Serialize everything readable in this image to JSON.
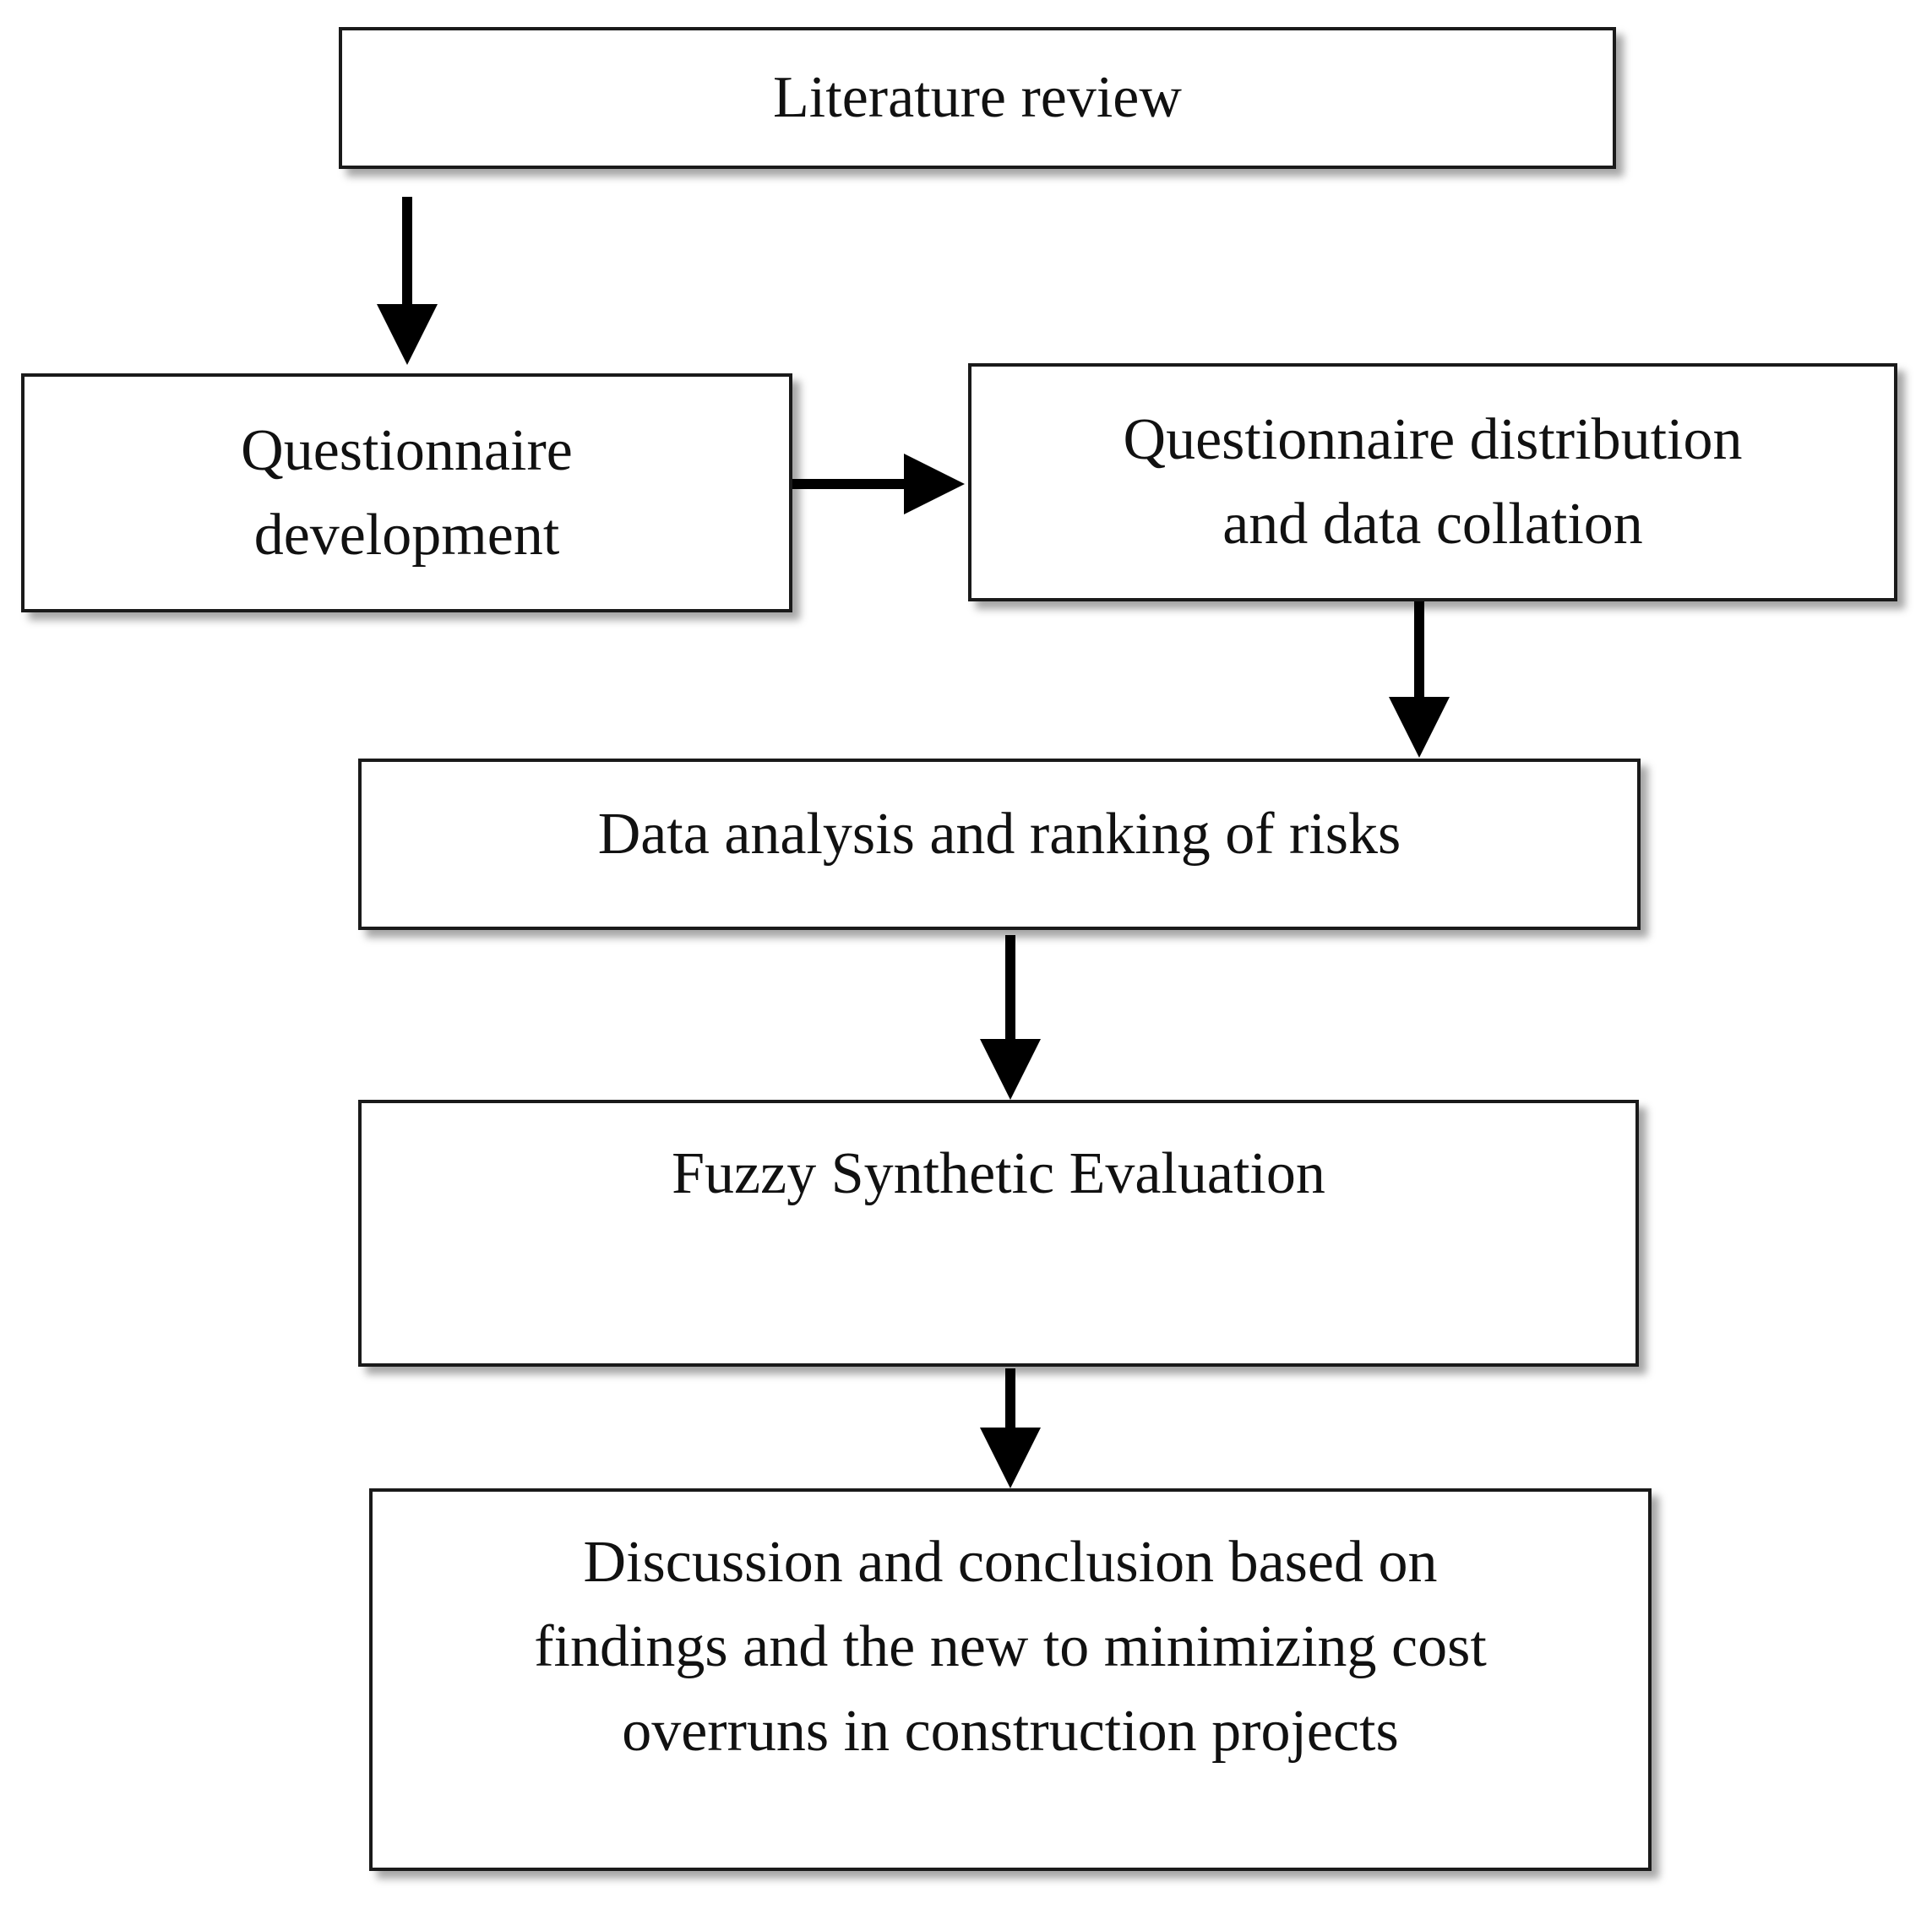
{
  "diagram": {
    "nodes": [
      {
        "id": "literature-review",
        "label": "Literature review"
      },
      {
        "id": "questionnaire-development",
        "label": "Questionnaire\ndevelopment"
      },
      {
        "id": "questionnaire-distribution",
        "label": "Questionnaire distribution\nand data collation"
      },
      {
        "id": "data-analysis",
        "label": "Data  analysis and ranking of risks"
      },
      {
        "id": "fuzzy-synthetic-evaluation",
        "label": "Fuzzy Synthetic Evaluation"
      },
      {
        "id": "discussion-conclusion",
        "label": "Discussion and conclusion based on\nfindings and the new to minimizing cost\noverruns in construction projects"
      }
    ],
    "edges": [
      {
        "from": "literature-review",
        "to": "questionnaire-development"
      },
      {
        "from": "questionnaire-development",
        "to": "questionnaire-distribution"
      },
      {
        "from": "questionnaire-distribution",
        "to": "data-analysis"
      },
      {
        "from": "data-analysis",
        "to": "fuzzy-synthetic-evaluation"
      },
      {
        "from": "fuzzy-synthetic-evaluation",
        "to": "discussion-conclusion"
      }
    ]
  },
  "colors": {
    "stroke": "#1a1a1a",
    "arrow": "#000000",
    "background": "#ffffff"
  }
}
